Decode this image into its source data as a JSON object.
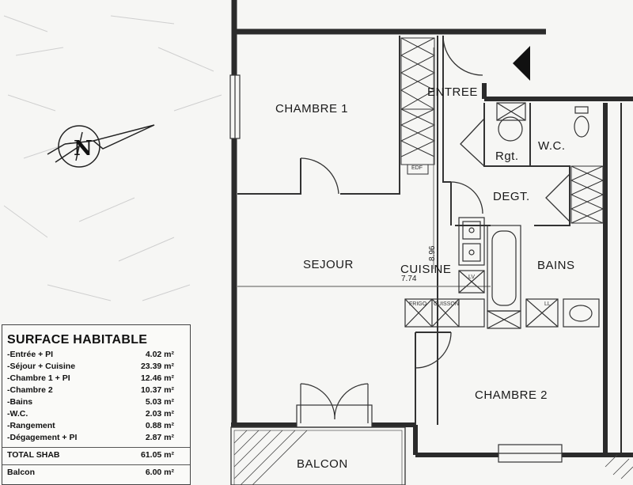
{
  "rooms": {
    "chambre1": "CHAMBRE 1",
    "entree": "ENTREE",
    "rgt": "Rgt.",
    "wc": "W.C.",
    "degt": "DEGT.",
    "sejour": "SEJOUR",
    "cuisine": "CUISINE",
    "bains": "BAINS",
    "chambre2": "CHAMBRE 2",
    "balcon": "BALCON"
  },
  "dimensions": {
    "vertical": "8.96",
    "horizontal": "7.74"
  },
  "fixtures": {
    "edf": "EDF",
    "lv": "LV",
    "frigo": "FRIGO",
    "cuisson": "CUISSON",
    "ll": "LL"
  },
  "surface": {
    "title": "SURFACE HABITABLE",
    "rows": [
      {
        "label": "-Entrée + PI",
        "value": "4.02 m²"
      },
      {
        "label": "-Séjour + Cuisine",
        "value": "23.39 m²"
      },
      {
        "label": "-Chambre 1 + PI",
        "value": "12.46 m²"
      },
      {
        "label": "-Chambre 2",
        "value": "10.37 m²"
      },
      {
        "label": "-Bains",
        "value": "5.03 m²"
      },
      {
        "label": "-W.C.",
        "value": "2.03 m²"
      },
      {
        "label": "-Rangement",
        "value": "0.88 m²"
      },
      {
        "label": "-Dégagement + PI",
        "value": "2.87 m²"
      }
    ],
    "total": {
      "label": "TOTAL SHAB",
      "value": "61.05 m²"
    },
    "balcon": {
      "label": "Balcon",
      "value": "6.00 m²"
    }
  },
  "colors": {
    "wall": "#2b2b2b",
    "line": "#333333",
    "paper": "#f6f6f4"
  }
}
